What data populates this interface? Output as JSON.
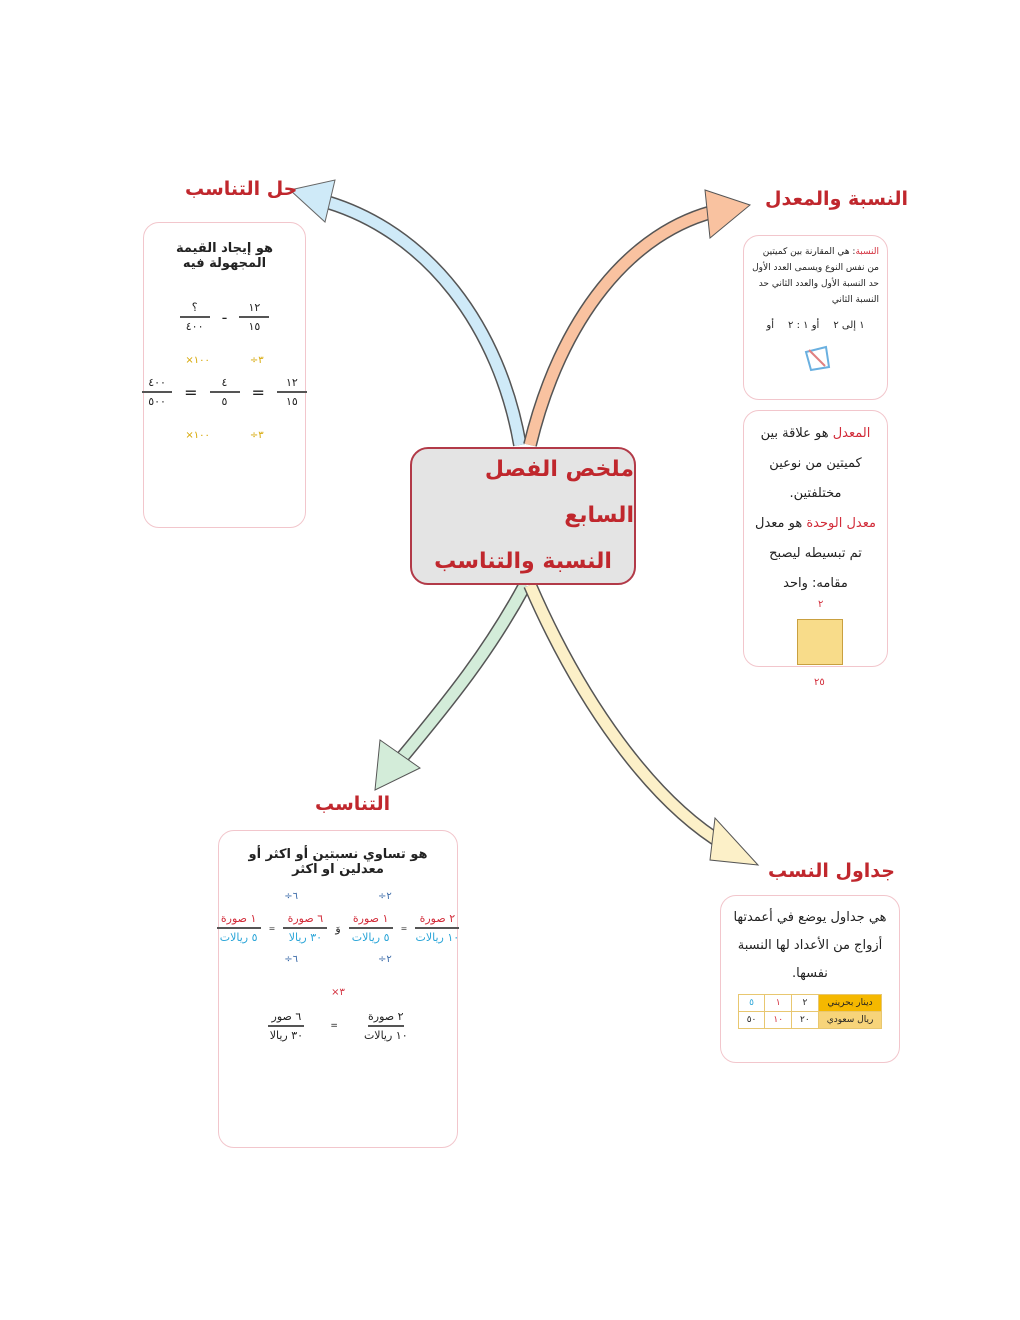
{
  "center": {
    "line1": "ملخص الفصل السابع",
    "line2": "النسبة والتناسب"
  },
  "branches": {
    "solve": {
      "title": "حل التناسب",
      "text": "هو إيجاد القيمة المجهولة فيه",
      "eq1": {
        "a_num": "١٢",
        "a_den": "١٥",
        "b_num": "؟",
        "b_den": "٤٠٠"
      },
      "eq2": {
        "n1": "١٢",
        "d1": "١٥",
        "n2": "٤",
        "d2": "٥",
        "n3": "٤٠٠",
        "d3": "٥٠٠",
        "op_top1": "٣÷",
        "op_top2": "١٠٠×",
        "op_bot1": "٣÷",
        "op_bot2": "١٠٠×",
        "eq": "="
      }
    },
    "ratio_rate": {
      "title": "النسبة والمعدل",
      "ratio_label": "النسبة",
      "ratio_text": ": هي المقارنة بين كميتين من نفس النوع ويسمى العدد الأول حد النسبة الأول والعدد الثاني حد النسبة الثاني",
      "forms": [
        "١ إلى ٢",
        "أو ١ : ٢",
        "أو"
      ],
      "rate_label": "المعدل",
      "rate_text": "هو علاقة بين كميتين من نوعين مختلفتين.",
      "unit_rate_label": "معدل الوحدة",
      "unit_rate_text": "هو معدل تم تبسيطه ليصبح مقامه: واحد",
      "fig_top": "٢",
      "fig_bottom": "٢٥"
    },
    "proportion": {
      "title": "التناسب",
      "text": "هو تساوي  نسبتين أو اكثر أو معدلين او اكثر",
      "set1": {
        "n1": "٢ صورة",
        "d1": "١٠ ريالات",
        "n2": "١ صورة",
        "d2": "٥ ريالات",
        "op": "٢÷"
      },
      "and": "وَ",
      "set2": {
        "n1": "٦ صورة",
        "d1": "٣٠ ريالا",
        "n2": "١ صورة",
        "d2": "٥ ريالات",
        "op": "٦÷"
      },
      "set3": {
        "n1": "٢ صورة",
        "d1": "١٠ ريالات",
        "n2": "٦ صور",
        "d2": "٣٠ ريالا",
        "op": "٣×"
      }
    },
    "tables": {
      "title": "جداول النسب",
      "text": "هي جداول يوضع في أعمدتها أزواج من الأعداد لها النسبة نفسها.",
      "rows": [
        {
          "head": "دينار بحريني",
          "cells": [
            "٢",
            "١",
            "٥"
          ]
        },
        {
          "head": "ريال سعودي",
          "cells": [
            "٢٠",
            "١٠",
            "٥٠"
          ]
        }
      ]
    }
  },
  "colors": {
    "accent": "#c0272d",
    "arrow_blue": "#cfeaf8",
    "arrow_orange": "#f9c2a0",
    "arrow_green": "#d3ecd9",
    "arrow_yellow": "#fcf0c8"
  }
}
